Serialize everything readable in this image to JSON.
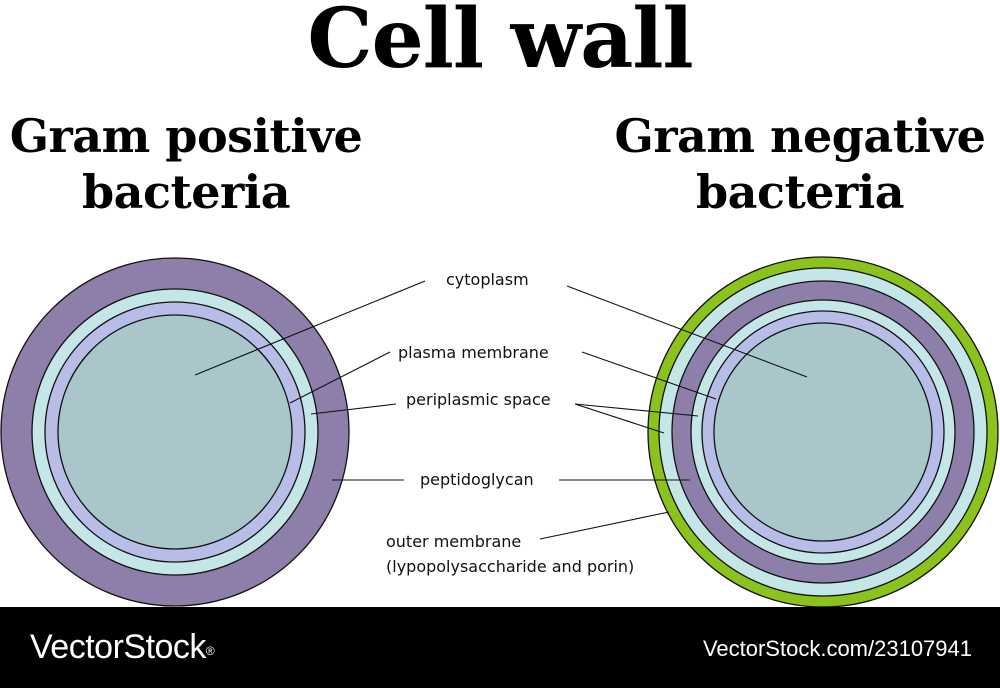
{
  "title": "Cell wall",
  "left_heading": {
    "line1": "Gram positive",
    "line2": "bacteria"
  },
  "right_heading": {
    "line1": "Gram negative",
    "line2": "bacteria"
  },
  "labels": {
    "cytoplasm": "cytoplasm",
    "plasma_membrane": "plasma membrane",
    "periplasmic_space": "periplasmic space",
    "peptidoglycan": "peptidoglycan",
    "outer_membrane_line1": "outer membrane",
    "outer_membrane_line2": "(lypopolysaccharide and porin)"
  },
  "colors": {
    "cytoplasm": "#a9c6ca",
    "plasma_membrane": "#b8bde8",
    "periplasmic_space": "#c4e6e6",
    "peptidoglycan": "#8e7eaa",
    "outer_membrane": "#8cc21d"
  },
  "footer": {
    "brand": "VectorStock",
    "brand_mark": "®",
    "stock_id": "VectorStock.com/23107941"
  }
}
